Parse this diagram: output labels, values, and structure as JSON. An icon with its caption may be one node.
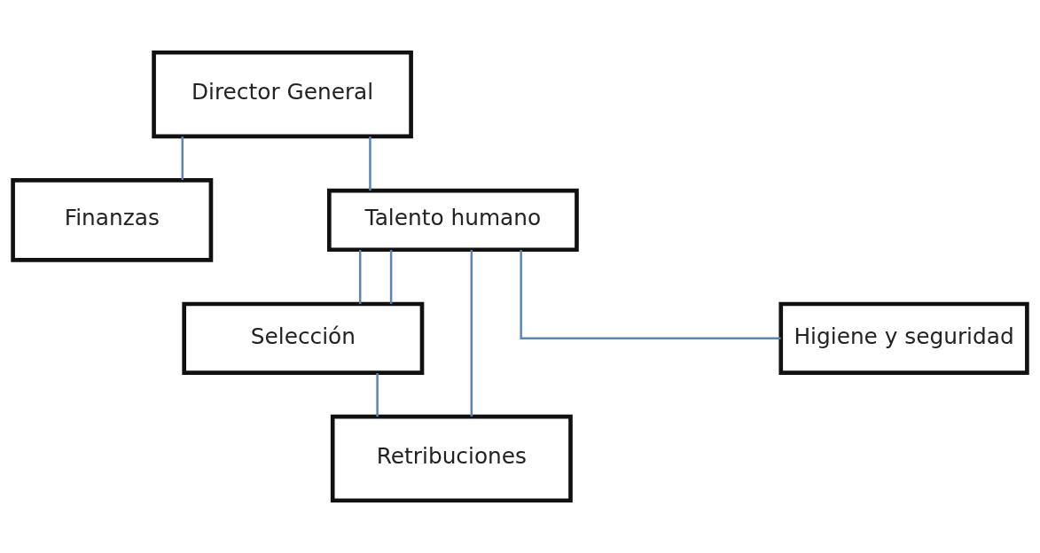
{
  "diagram": {
    "nodes": [
      {
        "text": [
          "Director General"
        ]
      },
      {
        "text": [
          "Finanzas"
        ]
      },
      {
        "text": [
          "Talento humano"
        ]
      },
      {
        "text": [
          "Selección"
        ]
      },
      {
        "text": [
          "Retribuciones"
        ]
      },
      {
        "text": [
          "Higiene y seguridad"
        ]
      }
    ],
    "edges": [
      {
        "from": 0,
        "to": 1,
        "arrow": "none"
      },
      {
        "from": 0,
        "to": 2,
        "arrow": "none"
      },
      {
        "from": 2,
        "to": 3,
        "arrow": "none"
      },
      {
        "from": 3,
        "to": 4,
        "arrow": "none"
      },
      {
        "from": 2,
        "to": 3,
        "arrow": "none"
      },
      {
        "from": 2,
        "to": 4,
        "arrow": "none"
      },
      {
        "from": 2,
        "to": 5,
        "arrow": "none"
      }
    ]
  }
}
